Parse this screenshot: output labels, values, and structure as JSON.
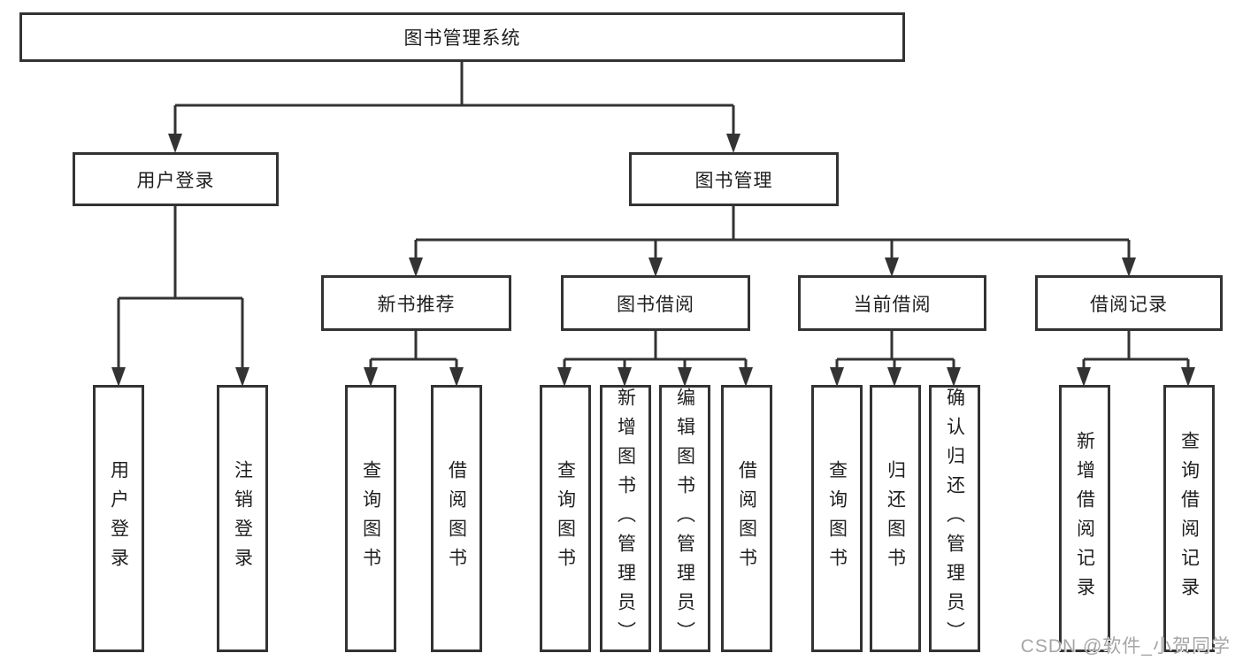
{
  "diagram": {
    "title": "图书管理系统",
    "level2": {
      "user_login": "用户登录",
      "book_management": "图书管理"
    },
    "level3": {
      "new_book_recommend": "新书推荐",
      "book_borrow": "图书借阅",
      "current_borrow": "当前借阅",
      "borrow_records": "借阅记录"
    },
    "leaves": {
      "user_login": [
        "用户登录",
        "注销登录"
      ],
      "new_book_recommend": [
        "查询图书",
        "借阅图书"
      ],
      "book_borrow": [
        "查询图书",
        "新增图书（管理员）",
        "编辑图书（管理员）",
        "借阅图书"
      ],
      "current_borrow": [
        "查询图书",
        "归还图书",
        "确认归还（管理员）"
      ],
      "borrow_records": [
        "新增借阅记录",
        "查询借阅记录"
      ]
    },
    "colors": {
      "line": "#333333",
      "text": "#1f1f1f",
      "watermark": "#a6a6a6",
      "background": "#ffffff"
    }
  },
  "watermark": "CSDN @软件_小贺同学"
}
